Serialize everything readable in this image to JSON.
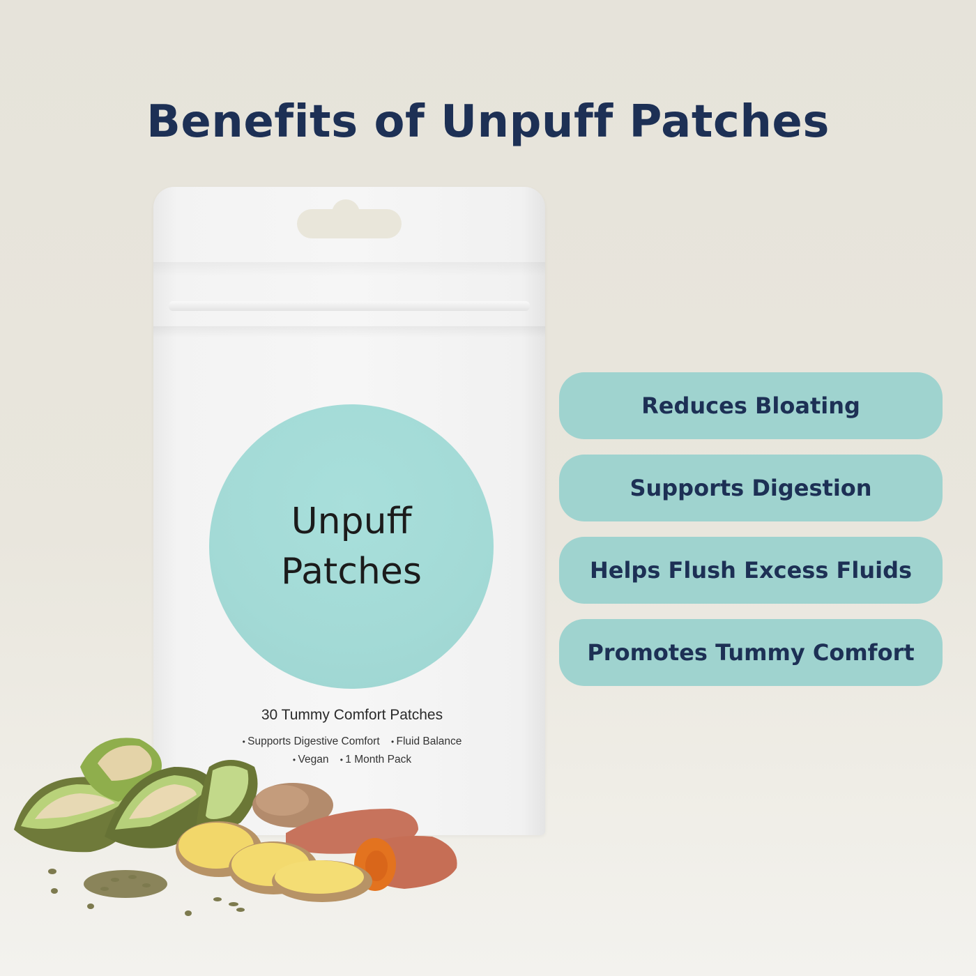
{
  "page": {
    "title": "Benefits of Unpuff Patches",
    "colors": {
      "background": "#e8e5dc",
      "title": "#1d3055",
      "pill": "#9fd3cf",
      "pill_text": "#1d3055",
      "label_circle": "#a3dad6"
    }
  },
  "product": {
    "brand_line1": "Unpuff",
    "brand_line2": "Patches",
    "count_text": "30 Tummy Comfort Patches",
    "bullets_row1": [
      "Supports Digestive Comfort",
      "Fluid Balance"
    ],
    "bullets_row2": [
      "Vegan",
      "1 Month Pack"
    ]
  },
  "benefits": [
    {
      "label": "Reduces Bloating"
    },
    {
      "label": "Supports Digestion"
    },
    {
      "label": "Helps Flush Excess Fluids"
    },
    {
      "label": "Promotes Tummy Comfort"
    }
  ],
  "ingredients": [
    "artichoke",
    "fennel-seeds",
    "ginger",
    "turmeric"
  ]
}
